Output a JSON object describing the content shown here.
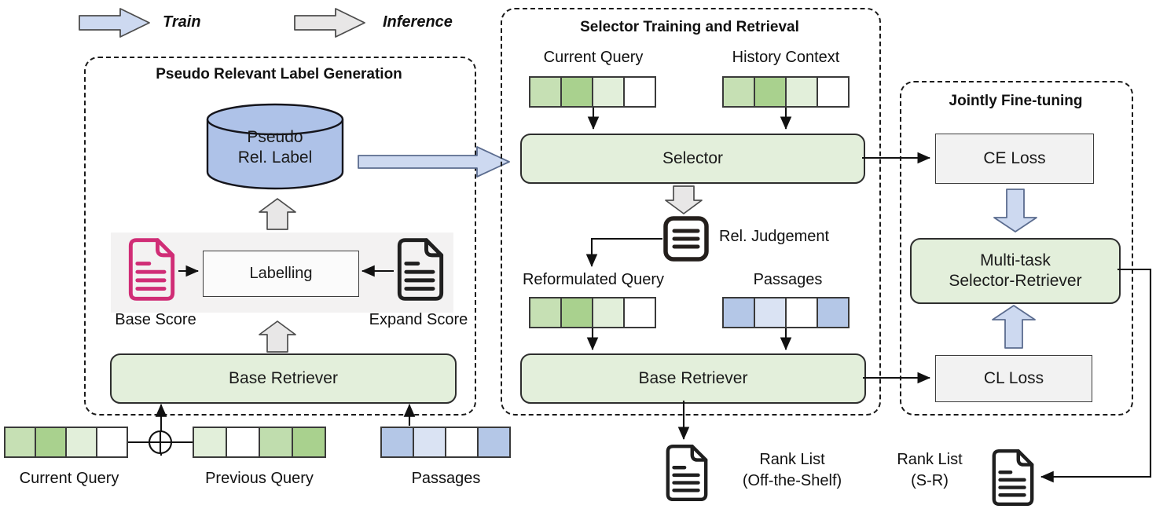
{
  "legend": {
    "train": "Train",
    "inference": "Inference"
  },
  "colors": {
    "train_arrow_blue": "#cdd9f0",
    "inference_arrow_gray": "#e8e7e7",
    "module_green": "#e3efdb",
    "loss_box_gray": "#f2f2f2",
    "cylinder_blue": "#aec2e8",
    "base_score_icon_pink": "#d02d76",
    "doc_icon_black": "#1f1f1f",
    "embedding_green_palette": [
      "#c6e0b4",
      "#a9d18e",
      "#e2efda",
      "#ffffff"
    ],
    "embedding_blue_palette": [
      "#b4c7e7",
      "#dae3f3",
      "#ffffff",
      "#b4c7e7"
    ]
  },
  "left_panel": {
    "title": "Pseudo Relevant Label Generation",
    "cylinder_line1": "Pseudo",
    "cylinder_line2": "Rel. Label",
    "labelling": "Labelling",
    "base_score": "Base Score",
    "expand_score": "Expand Score",
    "base_retriever": "Base Retriever"
  },
  "bottom_inputs": {
    "current_query": {
      "label": "Current Query",
      "cells": [
        "#c6e0b4",
        "#a9d18e",
        "#e2efda",
        "#ffffff"
      ]
    },
    "previous_query": {
      "label": "Previous Query",
      "cells": [
        "#e2efda",
        "#ffffff",
        "#c0ddae",
        "#a9d18e"
      ]
    },
    "passages": {
      "label": "Passages",
      "cells": [
        "#b4c7e7",
        "#dae3f3",
        "#ffffff",
        "#b4c7e7"
      ]
    },
    "combine_operator": "⊕"
  },
  "middle_panel": {
    "title": "Selector Training and Retrieval",
    "current_query": {
      "label": "Current Query",
      "cells": [
        "#c6e0b4",
        "#a9d18e",
        "#e2efda",
        "#ffffff"
      ]
    },
    "history_context": {
      "label": "History Context",
      "cells": [
        "#c6e0b4",
        "#a9d18e",
        "#e2efda",
        "#ffffff"
      ]
    },
    "selector": "Selector",
    "rel_judgement": "Rel. Judgement",
    "reformulated_query": {
      "label": "Reformulated Query",
      "cells": [
        "#c6e0b4",
        "#a9d18e",
        "#e2efda",
        "#ffffff"
      ]
    },
    "passages": {
      "label": "Passages",
      "cells": [
        "#b4c7e7",
        "#dae3f3",
        "#ffffff",
        "#b4c7e7"
      ]
    },
    "base_retriever": "Base Retriever",
    "rank_list_line1": "Rank List",
    "rank_list_line2": "(Off-the-Shelf)"
  },
  "right_panel": {
    "title": "Jointly Fine-tuning",
    "ce_loss": "CE Loss",
    "multi_task_line1": "Multi-task",
    "multi_task_line2": "Selector-Retriever",
    "cl_loss": "CL Loss",
    "rank_list_line1": "Rank List",
    "rank_list_line2": "(S-R)"
  }
}
